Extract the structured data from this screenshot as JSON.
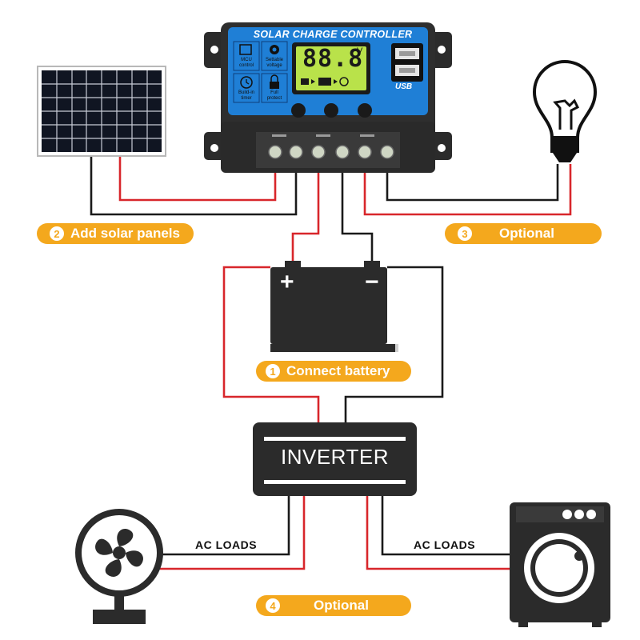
{
  "controller": {
    "title": "SOLAR CHARGE CONTROLLER",
    "display": "88.8",
    "display_unit": "V",
    "usb_label": "USB",
    "icons": [
      {
        "name": "mcu-icon",
        "label1": "MCU",
        "label2": "control"
      },
      {
        "name": "settings-icon",
        "label1": "Settable",
        "label2": "voltage"
      },
      {
        "name": "timer-icon",
        "label1": "Build-in",
        "label2": "timer"
      },
      {
        "name": "lock-icon",
        "label1": "Full",
        "label2": "protect"
      }
    ]
  },
  "steps": {
    "solar": {
      "number": "2",
      "label": "Add solar panels"
    },
    "optional_top": {
      "number": "3",
      "label": "Optional"
    },
    "battery": {
      "number": "1",
      "label": "Connect battery"
    },
    "optional_bottom": {
      "number": "4",
      "label": "Optional"
    }
  },
  "battery": {
    "plus": "+",
    "minus": "−"
  },
  "inverter": {
    "label": "INVERTER"
  },
  "loads": {
    "left": "AC LOADS",
    "right": "AC LOADS"
  },
  "colors": {
    "accent": "#f4a81d",
    "wire_red": "#d8262b",
    "wire_black": "#1a1a1a",
    "controller_blue": "#1f7fd6",
    "lcd_green": "#b9e24a",
    "device_dark": "#2b2b2b"
  }
}
